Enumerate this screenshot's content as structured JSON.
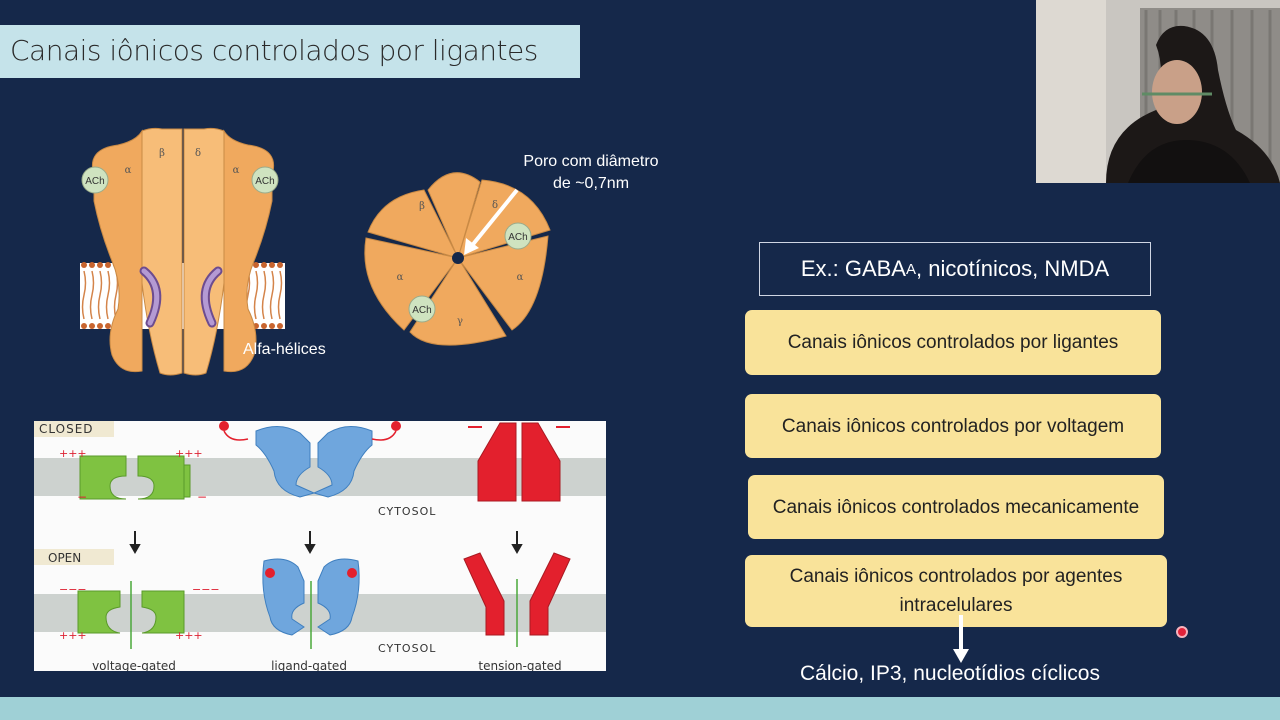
{
  "slide": {
    "title": "Canais iônicos controlados por ligantes"
  },
  "receptor_figure": {
    "side_labels": {
      "alpha_left": "α",
      "beta": "β",
      "delta": "δ",
      "alpha_right": "α"
    },
    "ach_left": "ACh",
    "ach_right": "ACh",
    "alpha_helices_label": "Alfa-hélices"
  },
  "pore_figure": {
    "pore_label_line1": "Poro com diâmetro",
    "pore_label_line2": "de ~0,7nm",
    "subunits": {
      "beta": "β",
      "delta": "δ",
      "alpha_left": "α",
      "alpha_right": "α",
      "gamma": "γ"
    },
    "ach_top": "ACh",
    "ach_bottom": "ACh"
  },
  "gated_panel": {
    "closed_label": "CLOSED",
    "open_label": "OPEN",
    "cytosol_top": "CYTOSOL",
    "cytosol_bottom": "CYTOSOL",
    "charge_plus": "+++",
    "charge_minus": "−",
    "charge_minus_triple": "−−−",
    "types": [
      "voltage-gated",
      "ligand-gated",
      "tension-gated"
    ],
    "colors": {
      "voltage": "#7fc241",
      "ligand": "#6fa6dd",
      "tension": "#e3202d",
      "membrane": "#cdd2cf"
    }
  },
  "examples": {
    "prefix": "Ex.: GABA",
    "subscript": "A",
    "suffix": " , nicotínicos, NMDA"
  },
  "channel_types": {
    "ligand": "Canais iônicos controlados por ligantes",
    "voltage": "Canais iônicos controlados por voltagem",
    "mechanical": "Canais iônicos controlados mecanicamente",
    "intracellular": "Canais iônicos controlados por agentes intracelulares"
  },
  "intracellular_examples": "Cálcio, IP3, nucleotídios cíclicos",
  "colors": {
    "background": "#15284a",
    "title_bar": "#c5e3ea",
    "box_fill": "#f9e39a",
    "protein": "#f2b06a",
    "ach_circle": "#cfe3c0",
    "cursor": "#e2223a"
  }
}
